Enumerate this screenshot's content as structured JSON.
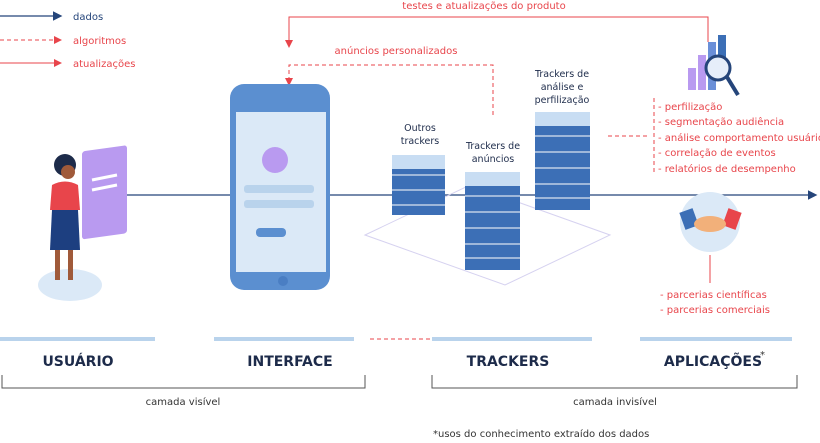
{
  "legend": [
    {
      "label": "dados",
      "color": "#25457a"
    },
    {
      "label": "algoritmos",
      "color": "#e8454b"
    },
    {
      "label": "atualizações",
      "color": "#e8454b"
    }
  ],
  "flows": {
    "top": "testes e atualizações do produto",
    "ads": "anúncios personalizados"
  },
  "trackers": {
    "others": [
      "Outros",
      "trackers"
    ],
    "ads": [
      "Trackers de",
      "anúncios"
    ],
    "profiling": [
      "Trackers de",
      "análise e",
      "perfilização"
    ]
  },
  "analysis_list": [
    "- perfilização",
    "- segmentação audiência",
    "- análise comportamento usuário",
    "- correlação de eventos",
    "- relatórios de desempenho"
  ],
  "partners_list": [
    "- parcerias científicas",
    "- parcerias comerciais"
  ],
  "layers": {
    "user": "USUÁRIO",
    "interface": "INTERFACE",
    "trackers": "TRACKERS",
    "applications": "APLICAÇÕES",
    "asterisk": "*"
  },
  "brackets": {
    "visible": "camada visível",
    "invisible": "camada invisível"
  },
  "footnote": "*usos do conhecimento extraído dos dados",
  "colors": {
    "data": "#25457a",
    "red": "#e8454b",
    "bar": "#b9d3ec"
  }
}
